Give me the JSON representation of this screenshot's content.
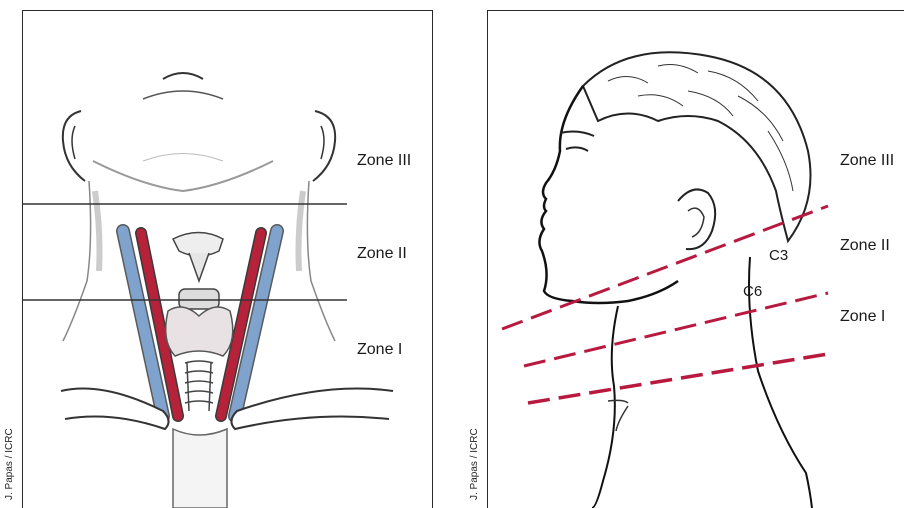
{
  "left_panel": {
    "zone_labels": [
      "Zone III",
      "Zone II",
      "Zone I"
    ],
    "credit": "J. Papas / ICRC"
  },
  "right_panel": {
    "zone_labels": [
      "Zone III",
      "Zone II",
      "Zone I"
    ],
    "vertebra_labels": [
      "C3",
      "C6"
    ],
    "credit": "J. Papas / ICRC"
  },
  "colors": {
    "artery": "#b5223a",
    "vein": "#7fa3cc",
    "zone_line_left": "#333333",
    "zone_line_right": "#b8193f"
  }
}
